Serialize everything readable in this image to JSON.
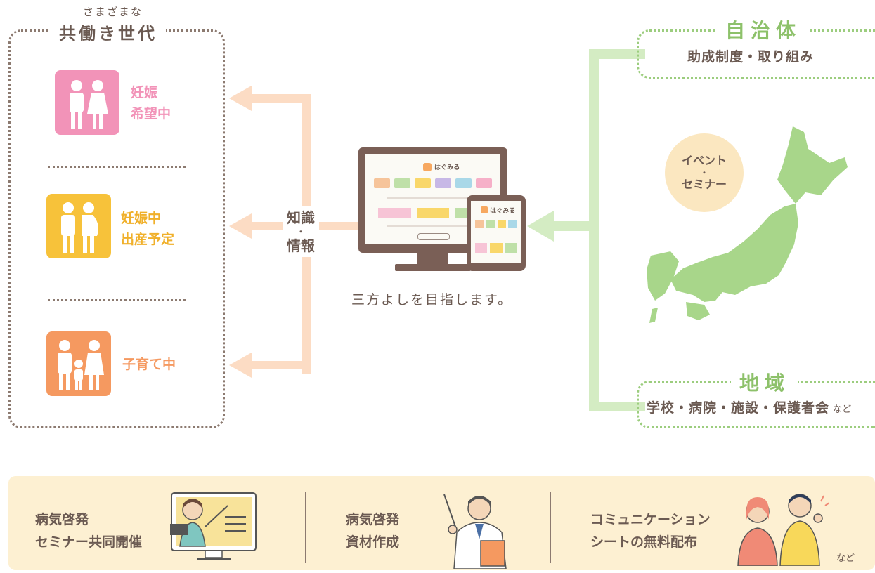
{
  "left_group": {
    "subtitle": "さまざまな",
    "title": "共働き世代",
    "items": [
      {
        "label_line1": "妊娠",
        "label_line2": "希望中",
        "color": "#f293b8"
      },
      {
        "label_line1": "妊娠中",
        "label_line2": "出産予定",
        "color": "#f7c23a"
      },
      {
        "label_line1": "子育て中",
        "label_line2": "",
        "color": "#f59960"
      }
    ]
  },
  "center": {
    "info_line1": "知識",
    "info_dot": "・",
    "info_line2": "情報",
    "caption": "三方よしを目指します。",
    "app_name": "はぐみる"
  },
  "right_group": {
    "top": {
      "title": "自治体",
      "subtitle": "助成制度・取り組み"
    },
    "event": {
      "line1": "イベント",
      "dot": "・",
      "line2": "セミナー"
    },
    "bottom": {
      "title": "地域",
      "subtitle": "学校・病院・施設・保護者会",
      "suffix": "など"
    }
  },
  "bottom_panel": {
    "items": [
      {
        "line1": "病気啓発",
        "line2": "セミナー共同開催"
      },
      {
        "line1": "病気啓発",
        "line2": "資材作成"
      },
      {
        "line1": "コミュニケーション",
        "line2": "シートの無料配布"
      }
    ],
    "suffix": "など"
  },
  "colors": {
    "brown": "#6b5a52",
    "peach_arrow": "#fcdcc4",
    "green_arrow": "#d4ecc3",
    "green_title": "#8dc16a",
    "map_green": "#a8d68a",
    "panel_bg": "#fdf0d2"
  }
}
